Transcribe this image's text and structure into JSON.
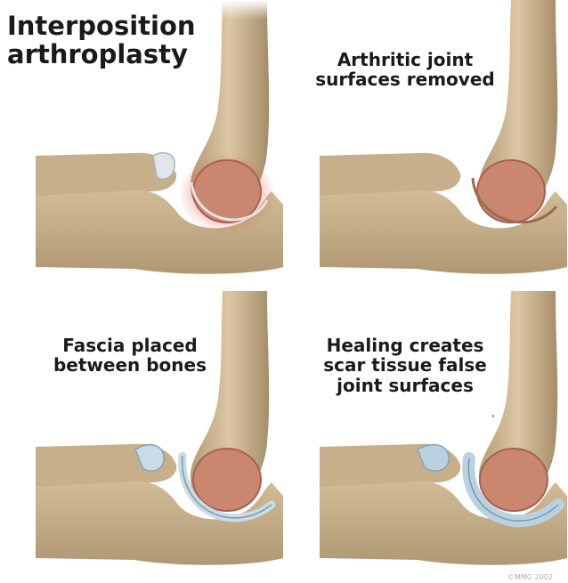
{
  "title": {
    "line1": "Interposition",
    "line2": "arthroplasty"
  },
  "panels": [
    {
      "id": "arthritic",
      "caption": []
    },
    {
      "id": "removed",
      "caption": [
        "Arthritic joint",
        "surfaces removed"
      ]
    },
    {
      "id": "fascia",
      "caption": [
        "Fascia placed",
        "between bones"
      ]
    },
    {
      "id": "healing",
      "caption": [
        "Healing creates",
        "scar tissue false",
        "joint surfaces"
      ]
    }
  ],
  "copyright": "©MMG 2002",
  "colors": {
    "bone": "#cdb592",
    "bone_shadow": "#9c8462",
    "cartilage_red": "#d9584a",
    "fascia_blue": "#c9dbe6",
    "scar_blue": "#b9d2e2",
    "joint_cap": "#c9876f"
  }
}
